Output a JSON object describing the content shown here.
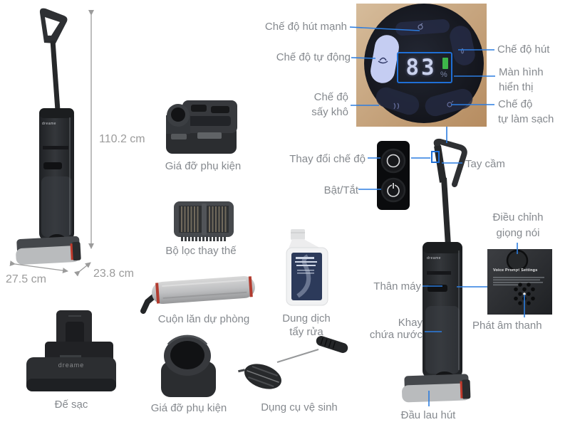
{
  "diagram": {
    "brand": "dreame",
    "display": {
      "battery_percent": "83",
      "unit": "%"
    },
    "voice_panel_title": "Voice Prompt Settings",
    "dimensions": {
      "height": "110.2 cm",
      "width": "27.5 cm",
      "depth": "23.8 cm"
    },
    "accessories": {
      "caddy_top": "Giá đỡ phụ kiện",
      "filter": "Bộ lọc thay thế",
      "roller": "Cuộn lăn dự phòng",
      "dock": "Đế sạc",
      "holder_bottom": "Giá đỡ phụ kiện",
      "solution": {
        "line1": "Dung dịch",
        "line2": "tẩy rửa"
      },
      "brush": "Dụng cụ vệ sinh"
    },
    "callouts": {
      "mode_strong": "Chế độ hút mạnh",
      "mode_auto": "Chế độ tự động",
      "mode_dry": {
        "line1": "Chế độ",
        "line2": "sấy khô"
      },
      "mode_suction": "Chế độ hút",
      "display": {
        "line1": "Màn hình",
        "line2": "hiển thị"
      },
      "mode_self_clean": {
        "line1": "Chế độ",
        "line2": "tự làm sạch"
      },
      "mode_change": "Thay đổi chế độ",
      "power": "Bật/Tắt",
      "handle": "Tay cầm",
      "voice_adjust": {
        "line1": "Điều chỉnh",
        "line2": "giọng nói"
      },
      "body": "Thân máy",
      "water_tank": {
        "line1": "Khay",
        "line2": "chứa nước"
      },
      "speaker": "Phát âm thanh",
      "mop_head": "Đầu lau hút"
    },
    "colors": {
      "callout_line": "#2c7de0",
      "annotation_box": "#1f6fd6",
      "label_text": "#85898e",
      "dimension_text": "#9b9b9b",
      "highlight_pill": "#c5cdf2",
      "battery_green": "#3db54a"
    }
  }
}
